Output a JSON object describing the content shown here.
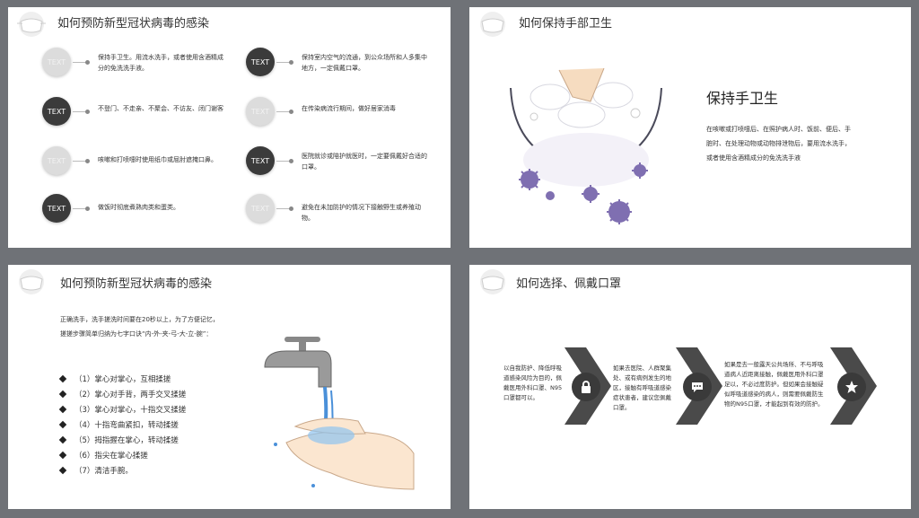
{
  "slide1": {
    "title": "如何预防新型冠状病毒的感染",
    "circle_label": "TEXT",
    "items_left": [
      "保持手卫生。用流水洗手，或者使用含酒精成分的免洗洗手液。",
      "不登门、不走亲、不聚会、不访友、闭门谢客",
      "咳嗽和打喷嚏时使用纸巾或屈肘遮掩口鼻。",
      "做饭时彻底煮熟肉类和蛋类。"
    ],
    "items_right": [
      "保持室内空气的流通，到公众场所和人多集中地方，一定佩戴口罩。",
      "在传染病流行期间，做好居家消毒",
      "医院就诊或陪护就医时，一定要佩戴好合适的口罩。",
      "避免在未加防护的情况下接触野生或养殖动物。"
    ]
  },
  "slide2": {
    "title": "如何保持手部卫生",
    "heading": "保持手卫生",
    "body": "在咳嗽或打喷嚏后、在照护病人时、饭前、便后、手脏时、在处理动物或动物排泄物后，要用流水洗手，或者使用含酒精成分的免洗洗手液"
  },
  "slide3": {
    "title": "如何预防新型冠状病毒的感染",
    "intro": "正确洗手，洗手搓洗时间要在20秒以上，为了方便记忆，搓搓步骤简单归纳为七字口诀“内-外-夹-弓-大-立-腕”：",
    "steps": [
      "（1）掌心对掌心，互相揉搓",
      "（2）掌心对手背，两手交叉揉搓",
      "（3）掌心对掌心，十指交叉揉搓",
      "（4）十指弯曲紧扣，转动揉搓",
      "（5）拇指握在掌心，转动揉搓",
      "（6）指尖在掌心揉搓",
      "（7）清洁手腕。"
    ]
  },
  "slide4": {
    "title": "如何选择、佩戴口罩",
    "blocks": [
      "以自我防护、降低呼吸道感染风险为目的，佩戴医用外科口罩、N95口罩都可以。",
      "如果去医院、人群聚集处、或有病例发生的地区，接触有呼吸道感染症状患者，建议您佩戴口罩。",
      "如果是去一般露天公共场所、不与呼吸道病人近距离接触，佩戴医用外科口罩足以，不必过度防护。但如果会接触疑似呼吸道感染的病人，则需要佩戴防生物的N95口罩，才能起到有效的防护。"
    ],
    "icons": [
      "lock-icon",
      "chat-icon",
      "star-icon"
    ]
  },
  "colors": {
    "background": "#6f7277",
    "dark": "#3b3b3b",
    "light": "#dcdcdc",
    "virus": "#7f6fb1",
    "water": "#4a90d9"
  }
}
